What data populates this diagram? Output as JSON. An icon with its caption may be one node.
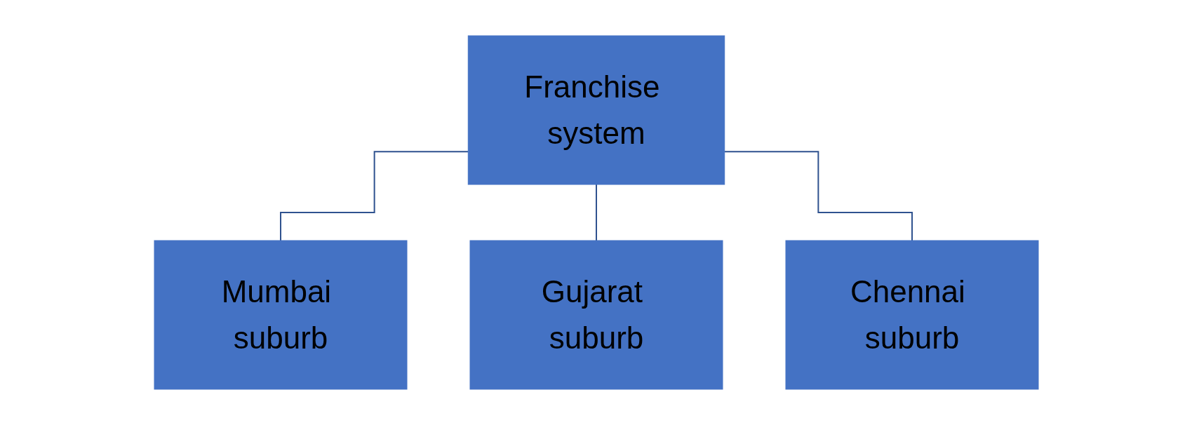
{
  "diagram": {
    "nodes": [
      {
        "text": [
          "Franchise system"
        ]
      },
      {
        "text": [
          "Mumbai suburb"
        ]
      },
      {
        "text": [
          "Gujarat suburb"
        ]
      },
      {
        "text": [
          "Chennai suburb"
        ]
      }
    ],
    "edges": [
      {
        "from": 0,
        "to": 1,
        "arrow": "none"
      },
      {
        "from": 0,
        "to": 2,
        "arrow": "none"
      },
      {
        "from": 0,
        "to": 3,
        "arrow": "none"
      }
    ]
  }
}
